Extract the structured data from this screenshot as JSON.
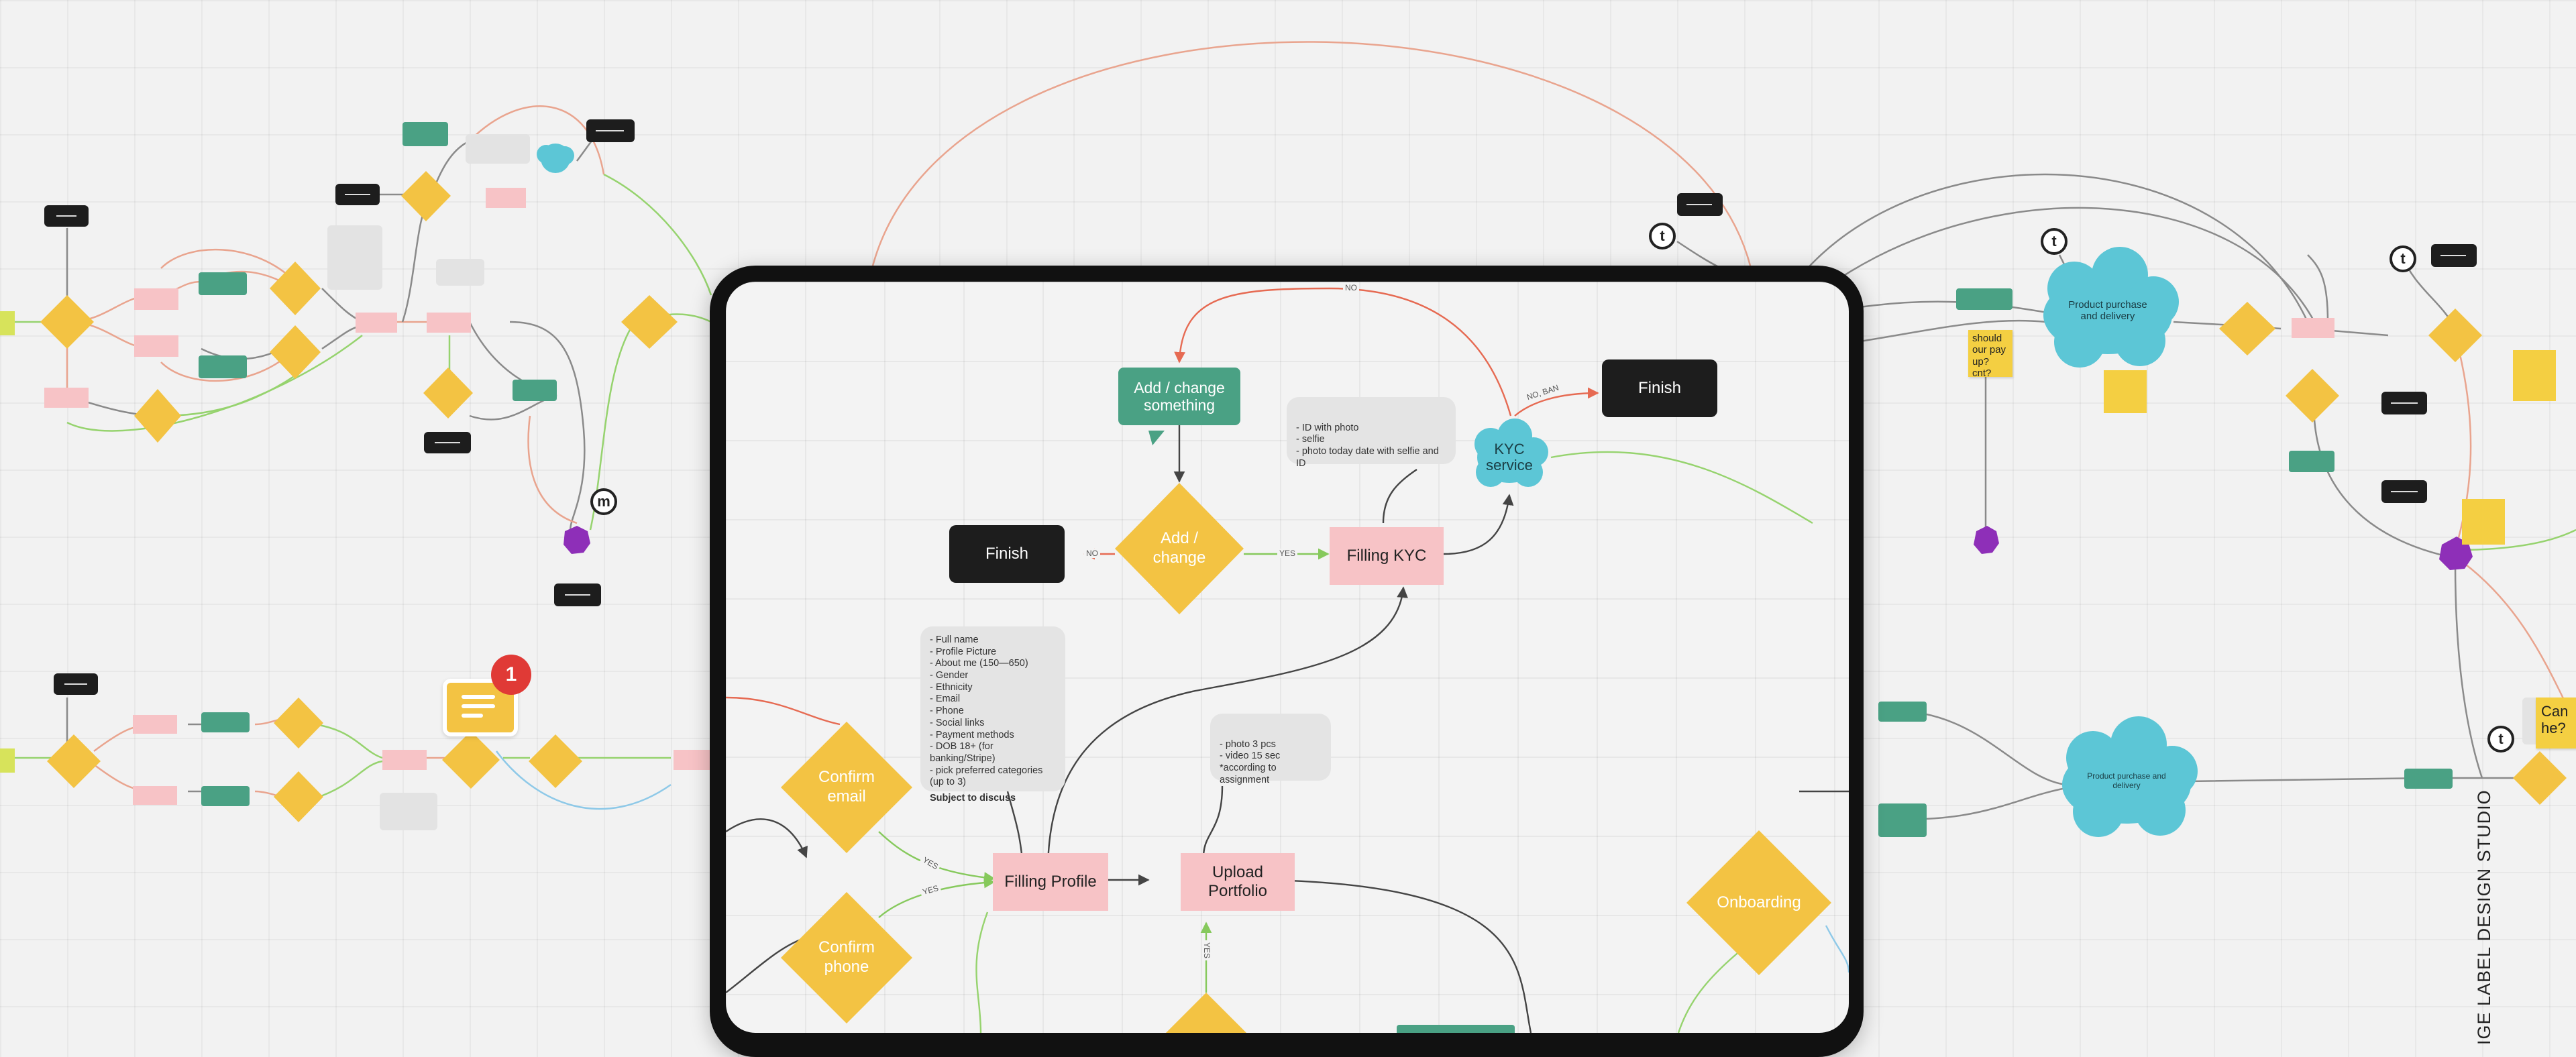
{
  "colors": {
    "diamond": "#f3c343",
    "pink": "#f7c3c6",
    "green": "#4aa184",
    "black": "#1d1d1d",
    "cloud": "#5cc6d6",
    "purple": "#8e2fb8",
    "arrow_red": "#e66a52",
    "arrow_green": "#96d36e",
    "arrow_grey": "#666666",
    "badge_red": "#e03a36"
  },
  "main_flow": {
    "add_change_something": "Add / change something",
    "add_change": "Add / change",
    "finish_left": "Finish",
    "finish_right": "Finish",
    "filling_kyc": "Filling KYC",
    "kyc_service": "KYC service",
    "kyc_note": "- ID with photo\n- selfie\n- photo today date with selfie and ID",
    "profile_note": "- Full name\n- Profile Picture\n- About me (150—650)\n- Gender\n- Ethnicity\n- Email\n- Phone\n- Social links\n- Payment methods\n- DOB 18+ (for banking/Stripe)\n- pick preferred categories (up to 3)",
    "profile_note_bold": "Subject to discuss",
    "portfolio_note": "- photo 3 pcs\n- video 15 sec\n*according to assignment",
    "confirm_email": "Confirm email",
    "confirm_phone": "Confirm phone",
    "filling_profile": "Filling Profile",
    "upload_portfolio": "Upload Portfolio",
    "onboarding": "Onboarding",
    "labels": {
      "no_top": "NO",
      "no_ban": "NO, BAN",
      "no_left": "NO",
      "yes_right": "YES",
      "yes_email": "YES",
      "yes_phone": "YES",
      "yes_bottom": "YES"
    }
  },
  "right_area": {
    "cloud_top": "Product purchase and delivery",
    "cloud_bottom": "Product purchase and delivery",
    "sticky_pay": "should our pay up? cnt?",
    "sticky_can": "Can he?"
  },
  "icons": {
    "comment_count": "1",
    "circle_m": "m",
    "circle_t1": "t",
    "circle_t2": "t",
    "circle_t3": "t",
    "circle_t4": "t"
  },
  "watermark": "IGE LABEL DESIGN STUDIO"
}
